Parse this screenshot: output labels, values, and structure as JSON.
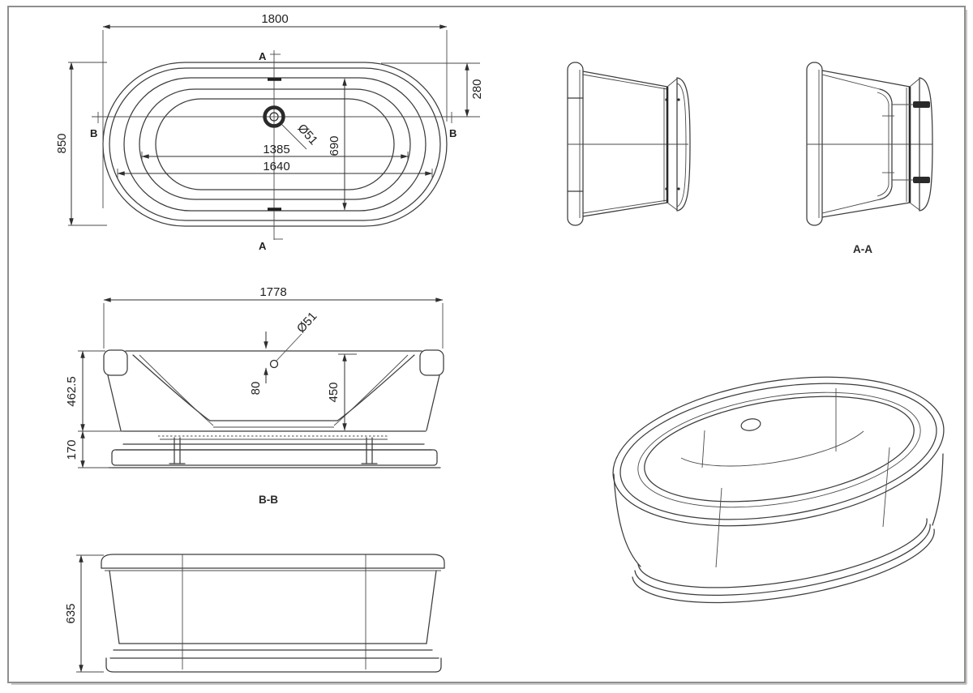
{
  "sheet": {
    "background": "#ffffff",
    "border_color": "#8f8f8f",
    "line_color": "#3c3c3c",
    "text_color": "#1f1f1f"
  },
  "plan_view": {
    "dim_length": "1800",
    "dim_width": "850",
    "dim_drain_offset": "280",
    "dim_inner_width": "690",
    "dim_floor_length": "1385",
    "dim_rim_length": "1640",
    "drain_label": "Ø51",
    "marker_a": "A",
    "marker_b": "B"
  },
  "section_aa": {
    "label": "A-A"
  },
  "section_bb": {
    "label": "B-B",
    "dim_length": "1778",
    "drain_label": "Ø51",
    "dim_drain_drop": "80",
    "dim_depth": "450",
    "dim_upper_height": "462.5",
    "dim_base_height": "170"
  },
  "front_view": {
    "dim_height": "635"
  }
}
